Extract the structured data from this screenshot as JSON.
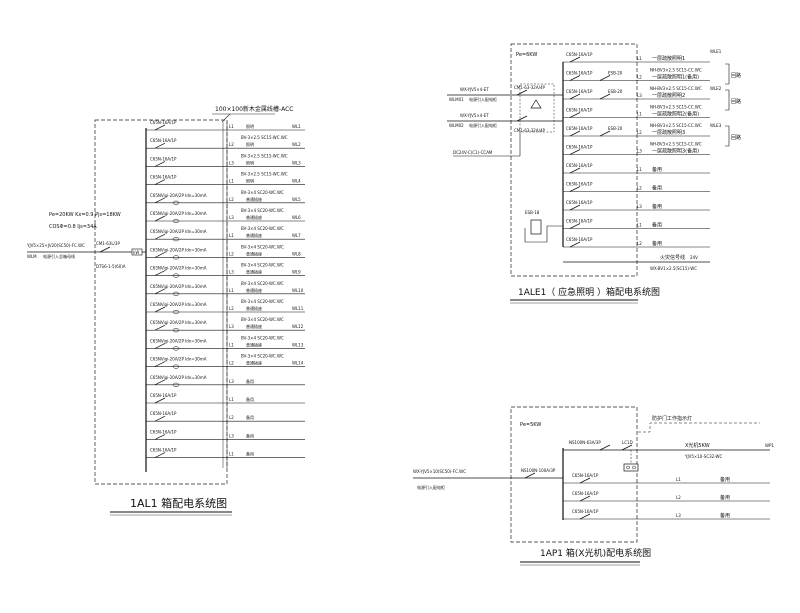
{
  "diagram_1AL1": {
    "title": "1AL1 箱配电系统图",
    "busbar_label": "100×100新木金属线槽-ACC",
    "power_params": [
      "Pe=20KW  Kx=0.9  Pjs=18KW",
      "COSΦ=0.8  Ijs=34A"
    ],
    "incoming_cable": "YJV5×25+JV20(SC50)-FC.WC",
    "incoming_from": "电源引入总箱母线",
    "incoming_from_tag": "WLM",
    "main_switch": "CM1-63L/3P",
    "meter": "DTS6-1-5(60)A",
    "meter_box": "kW",
    "circuits": [
      {
        "switch": "C65N-16A/1P",
        "phase": "L1",
        "load": "照明",
        "cable": "",
        "id": "WL1"
      },
      {
        "switch": "C65N-16A/1P",
        "phase": "L2",
        "load": "照明",
        "cable": "BV-3×2.5 SC15-WC.WC",
        "id": "WL2"
      },
      {
        "switch": "C65N-16A/1P",
        "phase": "L3",
        "load": "照明",
        "cable": "BV-3×2.5 SC15-WC.WC",
        "id": "WL3"
      },
      {
        "switch": "C65N-16A/1P",
        "phase": "L1",
        "load": "照明",
        "cable": "BV-3×2.5 SC15-WC.WC",
        "id": "WL4"
      },
      {
        "switch": "C65NVigi-20A/2P Idn=30mA",
        "phase": "L2",
        "load": "普通插座",
        "cable": "BV-3×4 SC20-WC.WC",
        "id": "WL5"
      },
      {
        "switch": "C65NVigi-20A/2P Idn=30mA",
        "phase": "L3",
        "load": "普通插座",
        "cable": "BV-3×4 SC20-WC.WC",
        "id": "WL6"
      },
      {
        "switch": "C65NVigi-20A/2P Idn=30mA",
        "phase": "L1",
        "load": "普通插座",
        "cable": "BV-3×4 SC20-WC.WC",
        "id": "WL7"
      },
      {
        "switch": "C65NVigi-20A/2P Idn=30mA",
        "phase": "L2",
        "load": "普通插座",
        "cable": "BV-3×4 SC20-WC.WC",
        "id": "WL8"
      },
      {
        "switch": "C65NVigi-20A/2P Idn=30mA",
        "phase": "L3",
        "load": "普通插座",
        "cable": "BV-3×4 SC20-WC.WC",
        "id": "WL9"
      },
      {
        "switch": "C65NVigi-20A/2P Idn=30mA",
        "phase": "L1",
        "load": "普通插座",
        "cable": "BV-3×4 SC20-WC.WC",
        "id": "WL10"
      },
      {
        "switch": "C65NVigi-20A/2P Idn=30mA",
        "phase": "L2",
        "load": "普通插座",
        "cable": "BV-3×4 SC20-WC.WC",
        "id": "WL11"
      },
      {
        "switch": "C65NVigi-20A/2P Idn=30mA",
        "phase": "L3",
        "load": "普通插座",
        "cable": "BV-3×4 SC20-WC.WC",
        "id": "WL12"
      },
      {
        "switch": "C65NVigi-20A/2P Idn=30mA",
        "phase": "L1",
        "load": "普通插座",
        "cable": "BV-3×4 SC20-WC.WC",
        "id": "WL13"
      },
      {
        "switch": "C65NVigi-20A/2P Idn=30mA",
        "phase": "L2",
        "load": "普通插座",
        "cable": "BV-3×4 SC20-WC.WC",
        "id": "WL14"
      },
      {
        "switch": "C65NVigi-20A/2P Idn=30mA",
        "phase": "L3",
        "load": "备用",
        "cable": "",
        "id": ""
      },
      {
        "switch": "C65N-16A/1P",
        "phase": "L1",
        "load": "备用",
        "cable": "",
        "id": ""
      },
      {
        "switch": "C65N-16A/1P",
        "phase": "L2",
        "load": "备用",
        "cable": "",
        "id": ""
      },
      {
        "switch": "C65N-16A/1P",
        "phase": "L3",
        "load": "备用",
        "cable": "",
        "id": ""
      },
      {
        "switch": "C65N-16A/1P",
        "phase": "L1",
        "load": "备用",
        "cable": "",
        "id": ""
      }
    ]
  },
  "diagram_1ALE1": {
    "title": "1ALE1（ 应急照明 ）箱配电系统图",
    "pe_label": "Pe=6KW",
    "inputs": [
      {
        "cable": "WX-YJV5×4-ET",
        "from": "电源引入配电柜",
        "tag": "WLM01",
        "switch": "CM1-63-32A/4P"
      },
      {
        "cable": "WX-YJV5×4-ET",
        "from": "电源引入配电柜",
        "tag": "WLM02",
        "switch": "CM1-63-32A/4P"
      }
    ],
    "fire_link_label": "DC24V-C(C1)-CCAM",
    "ats_label": "ESB-18",
    "circuits": [
      {
        "switch": "C65N-16A/1P",
        "relay": "",
        "phase": "L1",
        "load": "一层疏散照明1",
        "cable": "",
        "id": "WLE1"
      },
      {
        "switch": "C65N-16A/1P",
        "relay": "ESB-20",
        "phase": "L2",
        "load": "一层疏散照明1(备用)",
        "cable": "NH-BV3×2.5 SC15-CC.WC",
        "id": ""
      },
      {
        "switch": "C65N-16A/1P",
        "relay": "ESB-20",
        "phase": "L3",
        "load": "一层疏散照明2",
        "cable": "NH-BV3×2.5 SC15-CC.WC",
        "id": "WLE2"
      },
      {
        "switch": "C65N-16A/1P",
        "relay": "",
        "phase": "L1",
        "load": "一层疏散照明2(备用)",
        "cable": "NH-BV3×2.5 SC15-CC.WC",
        "id": ""
      },
      {
        "switch": "C65N-16A/1P",
        "relay": "ESB-20",
        "phase": "L2",
        "load": "一层疏散照明3",
        "cable": "NH-BV3×2.5 SC15-CC.WC",
        "id": "WLE3"
      },
      {
        "switch": "C65N-16A/1P",
        "relay": "",
        "phase": "L3",
        "load": "一层疏散照明3(备用)",
        "cable": "NH-BV3×2.5 SC15-CC.WC",
        "id": ""
      },
      {
        "switch": "C65N-16A/1P",
        "relay": "",
        "phase": "L1",
        "load": "备用",
        "cable": "",
        "id": ""
      },
      {
        "switch": "C65N-16A/1P",
        "relay": "",
        "phase": "L2",
        "load": "备用",
        "cable": "",
        "id": ""
      },
      {
        "switch": "C65N-16A/1P",
        "relay": "",
        "phase": "L3",
        "load": "备用",
        "cable": "",
        "id": ""
      },
      {
        "switch": "C65N-16A/1P",
        "relay": "",
        "phase": "L1",
        "load": "备用",
        "cable": "",
        "id": ""
      },
      {
        "switch": "C65N-16A/1P",
        "relay": "",
        "phase": "L2",
        "load": "备用",
        "cable": "",
        "id": ""
      }
    ],
    "bracket_label": "回路",
    "fire_signal": "火灾信号线",
    "fire_signal_voltage": "24V",
    "fire_cable": "WX-BV1×2.5(SC15)-WC"
  },
  "diagram_1AP1": {
    "title": "1AP1 箱(X光机)配电系统图",
    "pe_label": "Pe=5KW",
    "incoming_cable": "WX-YJV5×10(SC50)-FC.WC",
    "incoming_from": "电源引入配电柜",
    "main_switch": "NS100N-100A/3P",
    "out1_switch": "NS100N-63A/3P",
    "contactor": "LC1D",
    "control_label": "防护门工作指示灯",
    "out1_load": "X光机5KW",
    "out1_cable": "YJV5×10-SC32-WC",
    "out1_id": "WP1",
    "spares": [
      {
        "switch": "C65N-16A/1P",
        "phase": "L1",
        "load": "备用"
      },
      {
        "switch": "C65N-16A/1P",
        "phase": "L2",
        "load": "备用"
      },
      {
        "switch": "C65N-16A/1P",
        "phase": "L3",
        "load": "备用"
      }
    ]
  }
}
